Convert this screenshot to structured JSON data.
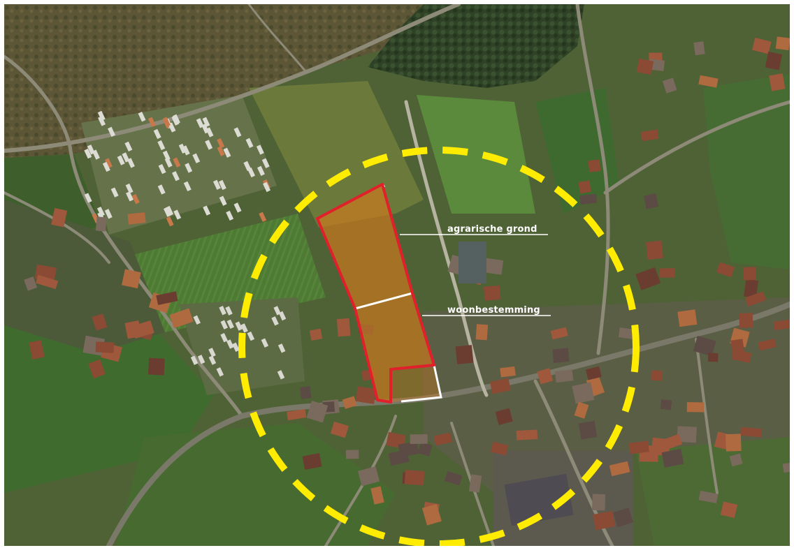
{
  "map": {
    "type": "aerial satellite view",
    "labels": {
      "agricultural": "agrarische grond",
      "residential": "woonbestemming"
    },
    "colors": {
      "study_area_circle": "#ffec00",
      "plot_outline": "#e0202a",
      "residential_boundary": "#ffffff",
      "plot_fill": "#d97a1c",
      "label_text": "#ffffff",
      "label_leader_line": "#ffffff"
    }
  }
}
